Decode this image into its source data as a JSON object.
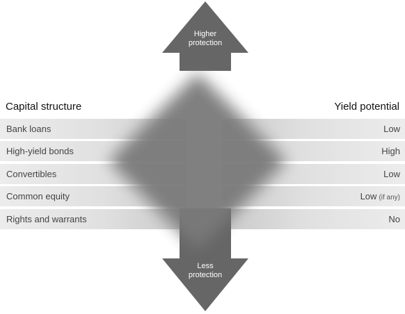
{
  "colors": {
    "arrow": "#666666",
    "diamond": "#7a7a7a",
    "bar_light": "#ececec",
    "bar_dark": "#c9c9c9"
  },
  "arrows": {
    "top": {
      "line1": "Higher",
      "line2": "protection"
    },
    "bottom": {
      "line1": "Less",
      "line2": "protection"
    }
  },
  "headings": {
    "left": "Capital structure",
    "right": "Yield potential"
  },
  "rows": [
    {
      "left": "Bank loans",
      "right": "Low",
      "qualifier": ""
    },
    {
      "left": "High-yield bonds",
      "right": "High",
      "qualifier": ""
    },
    {
      "left": "Convertibles",
      "right": "Low",
      "qualifier": ""
    },
    {
      "left": "Common equity",
      "right": "Low",
      "qualifier": "(if any)"
    },
    {
      "left": "Rights and warrants",
      "right": "No",
      "qualifier": ""
    }
  ]
}
